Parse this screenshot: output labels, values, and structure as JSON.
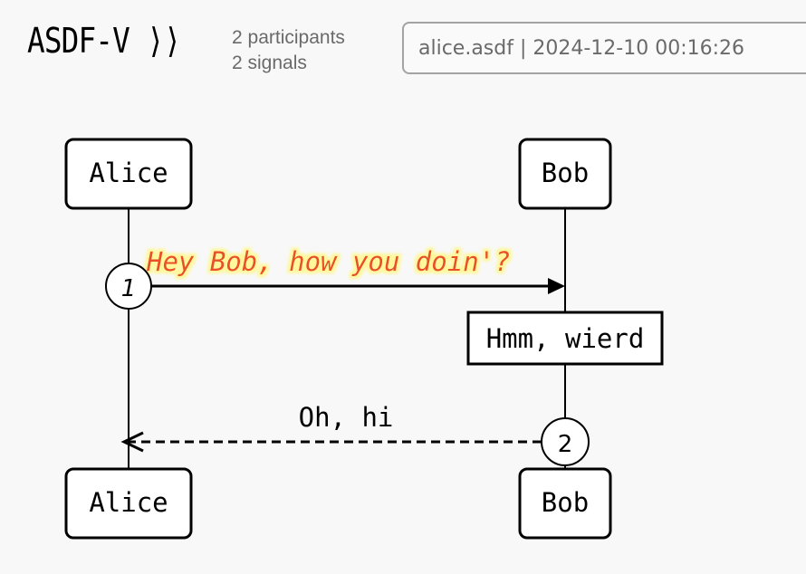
{
  "header": {
    "app_title": "ASDF-V ⟩⟩",
    "participants_text": "2 participants",
    "signals_text": "2 signals",
    "info_text": "alice.asdf | 2024-12-10 00:16:26"
  },
  "diagram": {
    "participants": [
      {
        "name": "Alice"
      },
      {
        "name": "Bob"
      }
    ],
    "messages": [
      {
        "index": "1",
        "from": "Alice",
        "to": "Bob",
        "text": "Hey Bob, how you doin'?",
        "style": "solid",
        "highlighted": true
      },
      {
        "index": "2",
        "from": "Bob",
        "to": "Alice",
        "text": "Oh, hi",
        "style": "dashed",
        "highlighted": false
      }
    ],
    "note": {
      "over": "Bob",
      "text": "Hmm, wierd"
    },
    "colors": {
      "highlight_text": "#e8502c",
      "highlight_glow": "#fff79a",
      "line": "#000000"
    }
  }
}
